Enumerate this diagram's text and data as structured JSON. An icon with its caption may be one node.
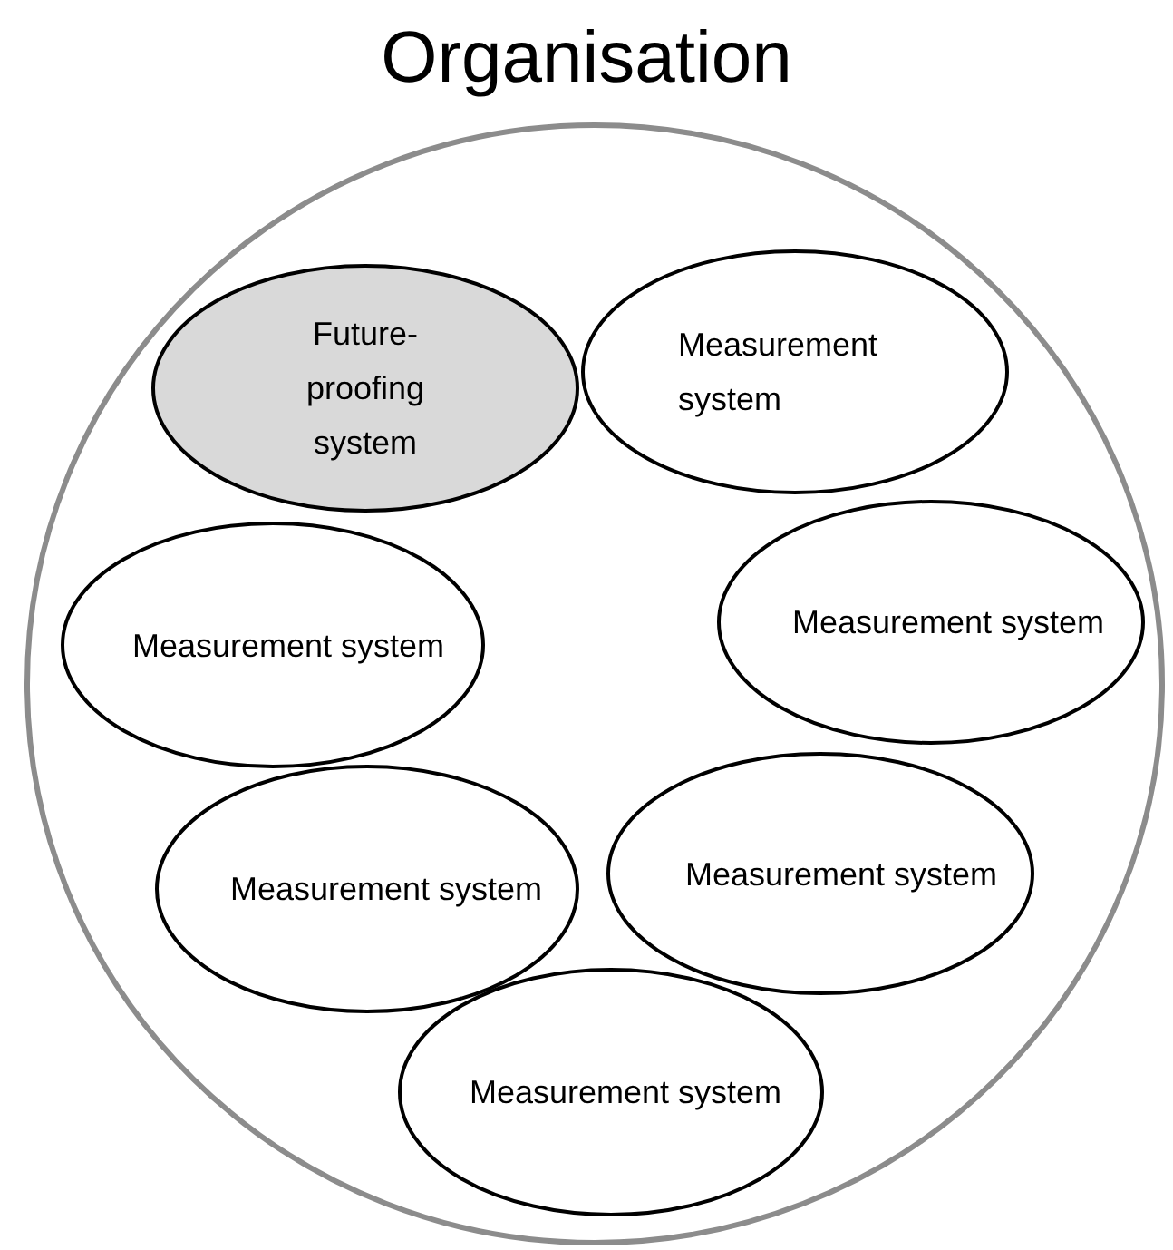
{
  "diagram": {
    "nodes": [
      {
        "text": [
          "Organisation"
        ]
      },
      {
        "text": [
          "Future-proofing system"
        ],
        "in": 0
      },
      {
        "text": [
          "Measurement system"
        ],
        "in": 0
      },
      {
        "text": [
          "Measurement system"
        ],
        "in": 0
      },
      {
        "text": [
          "Measurement system"
        ],
        "in": 0
      },
      {
        "text": [
          "Measurement system"
        ],
        "in": 0
      },
      {
        "text": [
          "Measurement system"
        ],
        "in": 0
      },
      {
        "text": [
          "Measurement system"
        ],
        "in": 0
      }
    ]
  }
}
